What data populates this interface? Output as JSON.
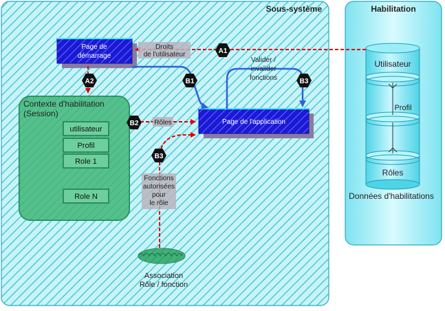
{
  "subsystem": {
    "title": "Sous-système"
  },
  "authorization": {
    "title": "Habilitation",
    "db_caption": "Données d'habilitations"
  },
  "database": {
    "user_label": "Utilisateur",
    "profile_label": "Profil",
    "roles_label": "Rôles"
  },
  "start_page": {
    "line1": "Page de",
    "line2": "démarrage"
  },
  "app_page": {
    "label": "Page de l'application"
  },
  "context": {
    "title_line1": "Contexte d'habilitation",
    "title_line2": "(Session)",
    "items": [
      "utilisateur",
      "Profil",
      "Role 1",
      "Role N"
    ]
  },
  "association": {
    "line1": "Association",
    "line2": "Rôle / fonction"
  },
  "labels": {
    "droits_line1": "Droits",
    "droits_line2": "de l'utilisateur",
    "valider_line1": "Valider /",
    "valider_line2": "invalider",
    "valider_line3": "fonctions",
    "roles_arrow": "Rôles",
    "fonctions_line1": "Fonctions",
    "fonctions_line2": "autorisées",
    "fonctions_line3": "pour",
    "fonctions_line4": "le rôle"
  },
  "badges": {
    "a1": "A1",
    "a2": "A2",
    "b1": "B1",
    "b2": "B2",
    "b3_top": "B3",
    "b3_left": "B3"
  },
  "colors": {
    "hatch_bg": "#c8f4f8",
    "hatch_line": "#4ec7dc",
    "page_box": "#1a1ad6",
    "context_fill": "#3fb07a",
    "dashed_red": "#e00000",
    "flow_blue": "#2c62e0"
  }
}
